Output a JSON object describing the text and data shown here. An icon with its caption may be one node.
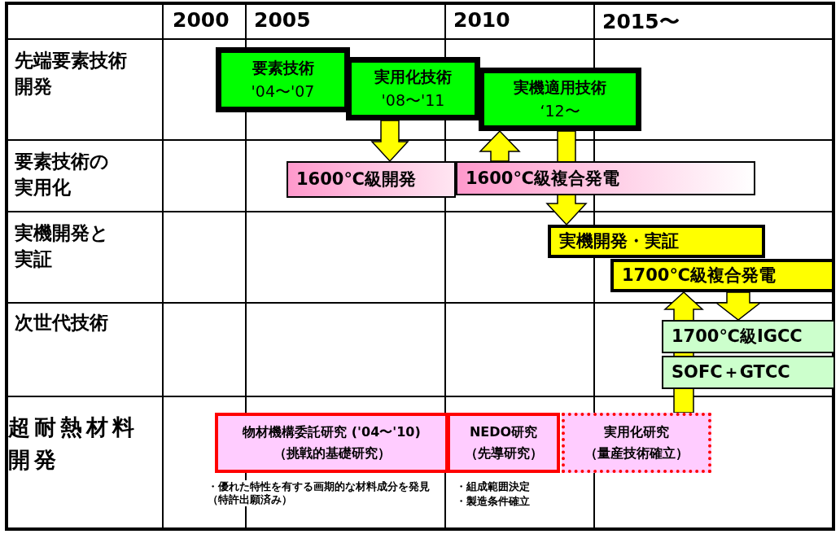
{
  "diagram": {
    "nodes": [
      {
        "text": [
          "要素技術",
          "'04〜'07"
        ]
      },
      {
        "text": [
          "実用化技術",
          "'08〜'11"
        ]
      },
      {
        "text": [
          "実機適用技術",
          "‘12〜"
        ]
      },
      {
        "text": [
          "1600℃級開発"
        ]
      },
      {
        "text": [
          "1600℃級複合発電"
        ]
      },
      {
        "text": [
          "実機開発・実証"
        ]
      },
      {
        "text": [
          "1700℃級複合発電"
        ]
      },
      {
        "text": [
          "1700℃級IGCC"
        ]
      },
      {
        "text": [
          "SOFC＋GTCC"
        ]
      },
      {
        "text": [
          "物材機構委託研究 ('04〜'10)",
          "（挑戦的基礎研究）"
        ],
        "beside": [
          "・優れた特性を有する画期的な材料成分を発見（特許出願済み）"
        ]
      },
      {
        "text": [
          "NEDO研究",
          "（先導研究）"
        ],
        "beside": [
          "・組成範囲決定",
          "・製造条件確立"
        ]
      },
      {
        "text": [
          "実用化研究",
          "（量産技術確立）"
        ]
      }
    ],
    "edges": [
      {
        "from": 1,
        "to": 3,
        "arrow": "to"
      },
      {
        "from": 4,
        "to": 2,
        "arrow": "to"
      },
      {
        "from": 2,
        "to": 5,
        "arrow": "to"
      },
      {
        "from": 6,
        "to": 7,
        "arrow": "to"
      },
      {
        "from": 11,
        "to": 6,
        "arrow": "to"
      }
    ],
    "labels": [
      "2000",
      "2005",
      "2010",
      "2015〜",
      "先端要素技術開発",
      "要素技術の実用化",
      "実機開発と実証",
      "次世代技術",
      "超耐熱材料開発"
    ]
  }
}
